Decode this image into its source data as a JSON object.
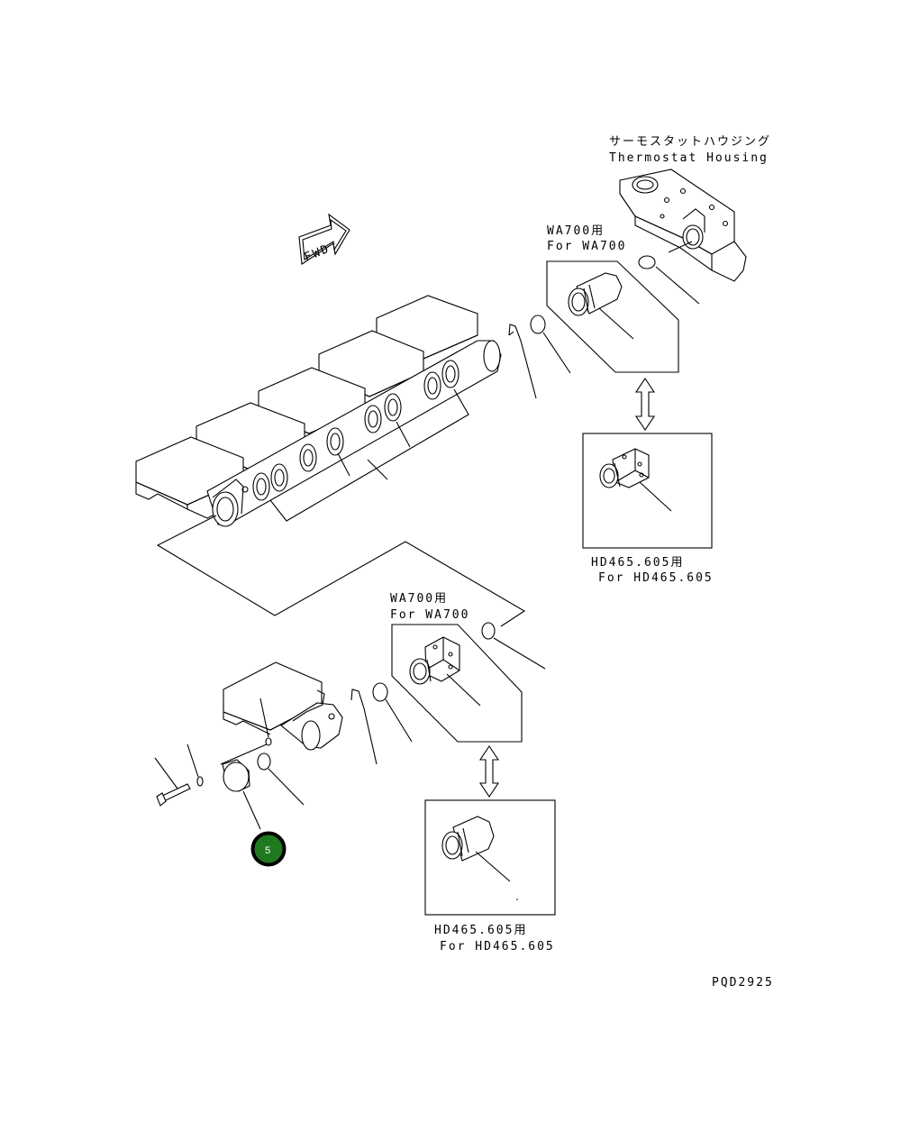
{
  "labels": {
    "thermostat_jp": "サーモスタットハウジング",
    "thermostat_en": "Thermostat Housing",
    "fwd": "FWD",
    "wa700_top_jp": "WA700用",
    "wa700_top_en": "For WA700",
    "hd_top_jp": "HD465.605用",
    "hd_top_en": "For HD465.605",
    "wa700_bottom_jp": "WA700用",
    "wa700_bottom_en": "For WA700",
    "hd_bottom_jp": "HD465.605用",
    "hd_bottom_en": "For HD465.605",
    "drawing_code": "PQD2925"
  },
  "callouts": [
    {
      "number": "5",
      "color": "#1f7a1f"
    }
  ]
}
